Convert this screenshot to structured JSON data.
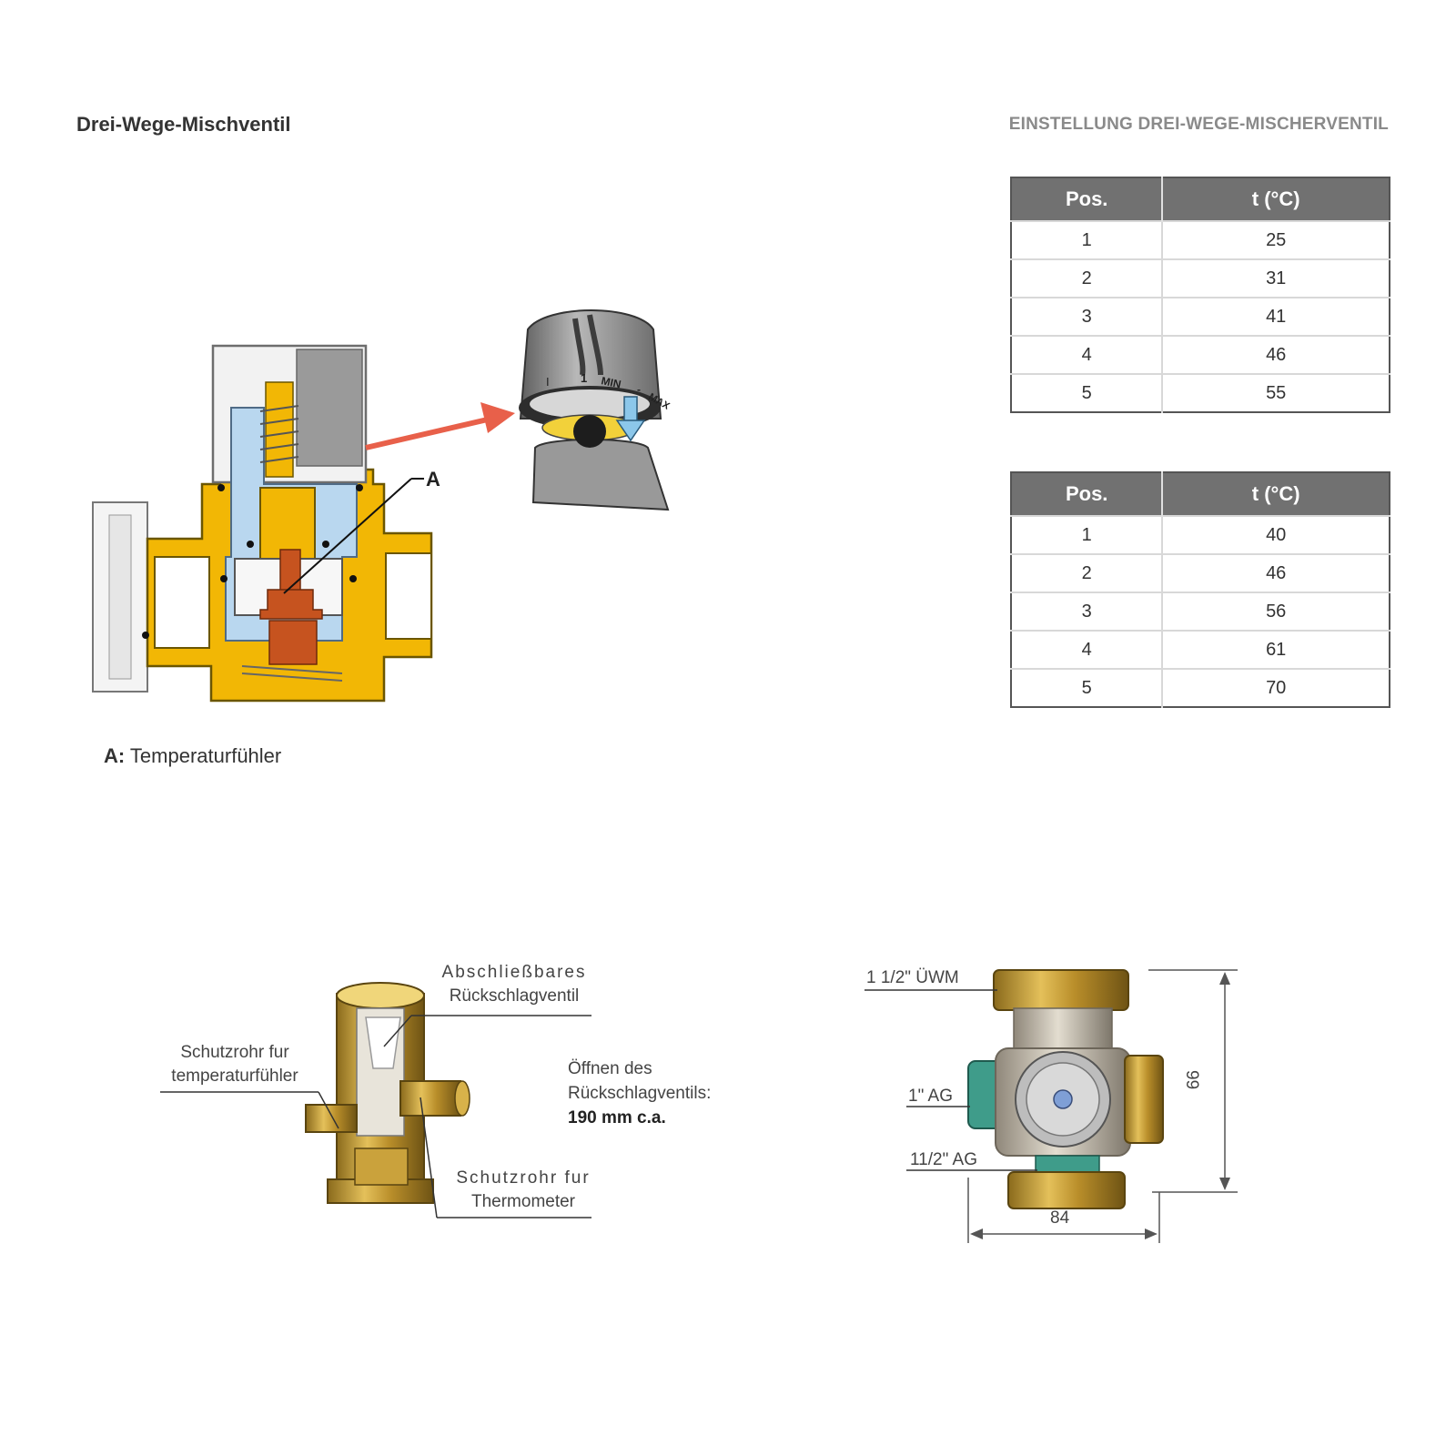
{
  "title": "Drei-Wege-Mischventil",
  "heading_right": "EINSTELLUNG DREI-WEGE-MISCHERVENTIL",
  "tables": [
    {
      "columns": [
        "Pos.",
        "t (°C)"
      ],
      "rows": [
        [
          "1",
          "25"
        ],
        [
          "2",
          "31"
        ],
        [
          "3",
          "41"
        ],
        [
          "4",
          "46"
        ],
        [
          "5",
          "55"
        ]
      ]
    },
    {
      "columns": [
        "Pos.",
        "t (°C)"
      ],
      "rows": [
        [
          "1",
          "40"
        ],
        [
          "2",
          "46"
        ],
        [
          "3",
          "56"
        ],
        [
          "4",
          "61"
        ],
        [
          "5",
          "70"
        ]
      ]
    }
  ],
  "diagram": {
    "marker_label": "A",
    "knob_marks": [
      "I",
      "1",
      "MIN",
      "-",
      "MAX"
    ]
  },
  "caption": {
    "key": "A:",
    "text": " Temperaturfühler"
  },
  "cutaway_labels": {
    "valve_top": "Abschließbares",
    "valve_bottom": "Rückschlagventil",
    "sensor_tube_1": "Schutzrohr fur",
    "sensor_tube_2": "temperaturfühler",
    "open_1": "Öffnen des",
    "open_2": "Rückschlagventils:",
    "open_value": "190 mm c.a.",
    "thermo_1": "Schutzrohr fur",
    "thermo_2": "Thermometer"
  },
  "dimension_labels": {
    "top_port": "1 1/2\" ÜWM",
    "side_port": "1\" AG",
    "bottom_port": "11/2\" AG",
    "height": "99",
    "width": "84"
  },
  "colors": {
    "brass": "#f2b705",
    "coolant": "#b9d7ef",
    "sensor": "#c6531f",
    "knob_gray": "#8c8c8c",
    "arrow": "#e8604a",
    "table_header": "#717171"
  }
}
